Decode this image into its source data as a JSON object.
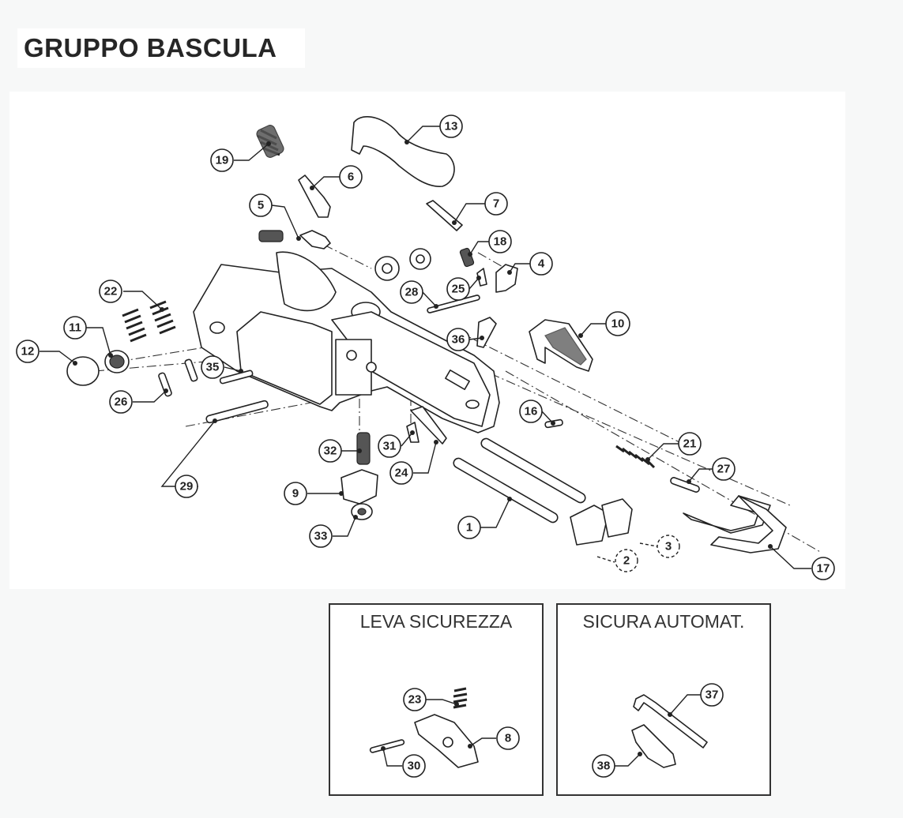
{
  "title": "GRUPPO BASCULA",
  "insets": {
    "left_title": "LEVA SICUREZZA",
    "right_title": "SICURA AUTOMAT."
  },
  "callouts": {
    "c1": "1",
    "c2": "2",
    "c3": "3",
    "c4": "4",
    "c5": "5",
    "c6": "6",
    "c7": "7",
    "c8": "8",
    "c9": "9",
    "c10": "10",
    "c11": "11",
    "c12": "12",
    "c13": "13",
    "c16": "16",
    "c17": "17",
    "c18": "18",
    "c19": "19",
    "c21": "21",
    "c22": "22",
    "c23": "23",
    "c24": "24",
    "c25": "25",
    "c26": "26",
    "c27": "27",
    "c28": "28",
    "c29": "29",
    "c30": "30",
    "c31": "31",
    "c32": "32",
    "c33": "33",
    "c35": "35",
    "c36": "36",
    "c37": "37",
    "c38": "38"
  }
}
